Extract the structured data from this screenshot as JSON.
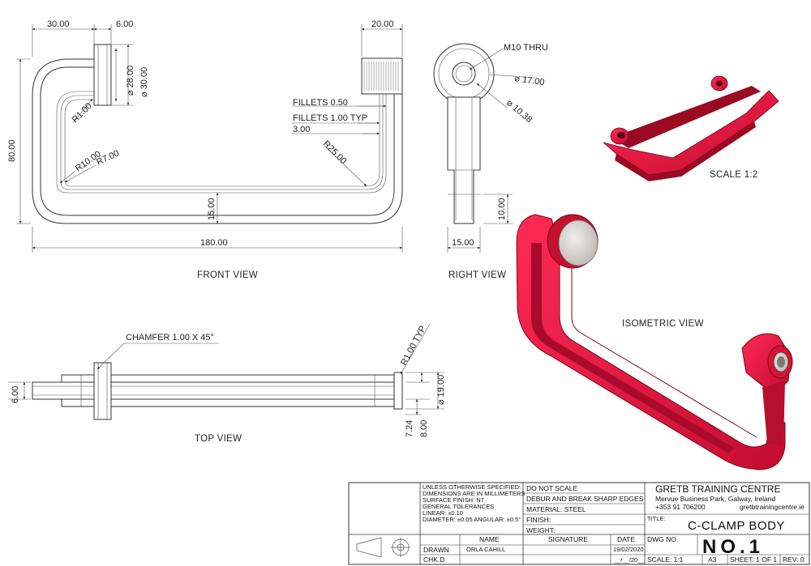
{
  "front_view": {
    "label": "FRONT VIEW",
    "dims": {
      "d30": "30.00",
      "d6": "6.00",
      "d20": "20.00",
      "d80": "80.00",
      "d180": "180.00",
      "d15": "15.00",
      "dia28": "⌀ 28.00",
      "dia30": "⌀ 30.00",
      "r1": "R1.00",
      "r10": "R10.00",
      "r7": "R7.00",
      "r25": "R25.00",
      "fillets050": "FILLETS 0.50",
      "fillets100": "FILLETS 1.00 TYP",
      "d3": "3.00"
    }
  },
  "right_view": {
    "label": "RIGHT VIEW",
    "dims": {
      "m10": "M10  THRU",
      "dia17": "⌀ 17.00",
      "dia1038": "⌀ 10.38",
      "d10": "10.00",
      "d15": "15.00"
    }
  },
  "top_view": {
    "label": "TOP VIEW",
    "dims": {
      "chamfer": "CHAMFER 1.00 X 45°",
      "r1typ": "R1.00 TYP",
      "d6": "6.00",
      "dia19": "⌀ 19.00",
      "d724": "7.24",
      "d8": "8.00"
    }
  },
  "iso_small": {
    "scale_label": "SCALE 1:2"
  },
  "iso_large": {
    "label": "ISOMETRIC VIEW"
  },
  "colors": {
    "part_red": "#e8143c",
    "part_dark": "#9a0a22",
    "face_grey": "#d9d6d2"
  },
  "title_block": {
    "notes": [
      "UNLESS OTHERWISE SPECIFIED:",
      "DIMENSIONS ARE IN MILLIMETERS",
      "SURFACE FINISH: N7",
      "GENERAL TOLERANCES",
      "LINEAR: ±0.10",
      "DIAMETER: ±0.05 ANGULAR: ±0.5°"
    ],
    "do_not_scale": "DO NOT SCALE",
    "debur": "DEBUR AND BREAK SHARP EDGES",
    "material": "MATERIAL: STEEL",
    "finish": "FINISH:",
    "weight": "WEIGHT:",
    "company": "GRETB TRAINING CENTRE",
    "address": "Mervue Business Park, Galway, Ireland",
    "phone": "+353 91 706200",
    "website": "gretbtrainingcentre.ie",
    "title_label": "TITLE:",
    "title": "C-CLAMP BODY",
    "dwg_label": "DWG NO.",
    "dwg_no": "NO.1",
    "col_name": "NAME",
    "col_signature": "SIGNATURE",
    "col_date": "DATE",
    "drawn_label": "DRAWN",
    "drawn_name": "ORLA CAHILL",
    "drawn_date": "19/02/2020",
    "chkd_label": "CHK.D",
    "chkd_date": "__/__/20__",
    "scale": "SCALE:   1:1",
    "size": "A3",
    "sheet": "SHEET: 1 OF 1",
    "rev": "REV: 0"
  }
}
